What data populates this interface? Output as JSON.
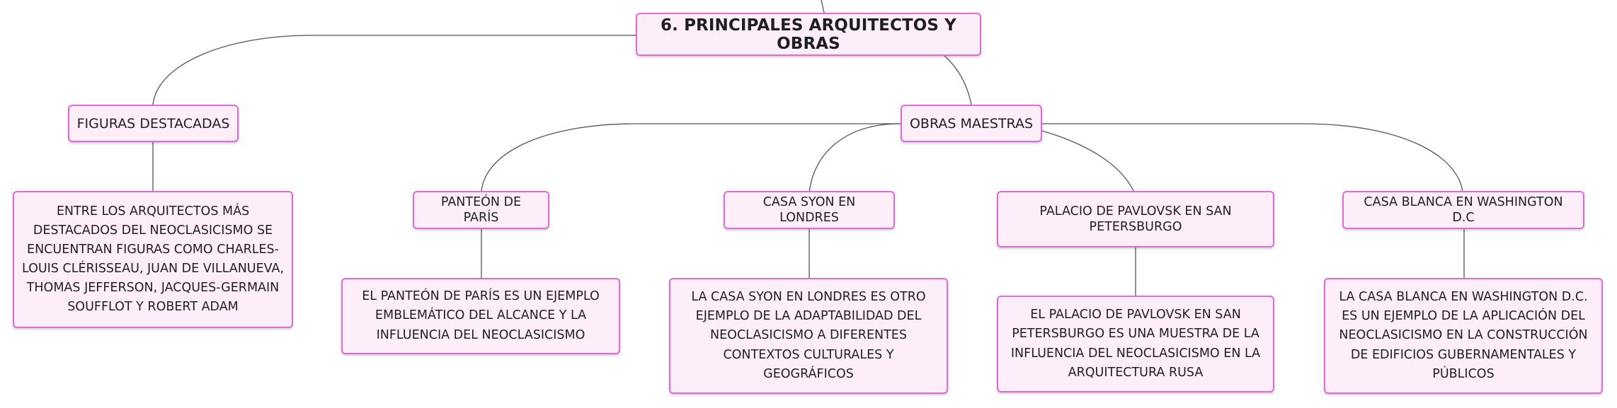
{
  "root": {
    "label": "6. PRINCIPALES ARQUITECTOS Y OBRAS"
  },
  "figuras": {
    "label": "FIGURAS DESTACADAS",
    "detail": "ENTRE LOS ARQUITECTOS MÁS DESTACADOS DEL NEOCLASICISMO SE ENCUENTRAN FIGURAS COMO CHARLES-LOUIS CLÉRISSEAU, JUAN DE VILLANUEVA, THOMAS JEFFERSON, JACQUES-GERMAIN SOUFFLOT Y ROBERT ADAM"
  },
  "obras": {
    "label": "OBRAS MAESTRAS",
    "items": [
      {
        "label": "PANTEÓN DE PARÍS",
        "detail": "EL PANTEÓN DE PARÍS ES UN EJEMPLO EMBLEMÁTICO DEL ALCANCE Y LA INFLUENCIA DEL NEOCLASICISMO"
      },
      {
        "label": "CASA SYON EN LONDRES",
        "detail": "LA CASA SYON EN LONDRES ES OTRO EJEMPLO DE LA ADAPTABILIDAD DEL NEOCLASICISMO A DIFERENTES CONTEXTOS CULTURALES Y GEOGRÁFICOS"
      },
      {
        "label": "PALACIO DE PAVLOVSK EN SAN PETERSBURGO",
        "detail": "EL PALACIO DE PAVLOVSK EN SAN PETERSBURGO ES UNA MUESTRA DE LA INFLUENCIA DEL NEOCLASICISMO EN LA ARQUITECTURA RUSA"
      },
      {
        "label": "CASA BLANCA EN WASHINGTON D.C",
        "detail": "LA CASA BLANCA EN WASHINGTON D.C. ES UN EJEMPLO DE LA APLICACIÓN DEL NEOCLASICISMO EN LA CONSTRUCCIÓN DE EDIFICIOS GUBERNAMENTALES Y PÚBLICOS"
      }
    ]
  },
  "colors": {
    "node_fill": "#fdeefa",
    "node_border": "#e36ad6",
    "connector": "#555555"
  }
}
